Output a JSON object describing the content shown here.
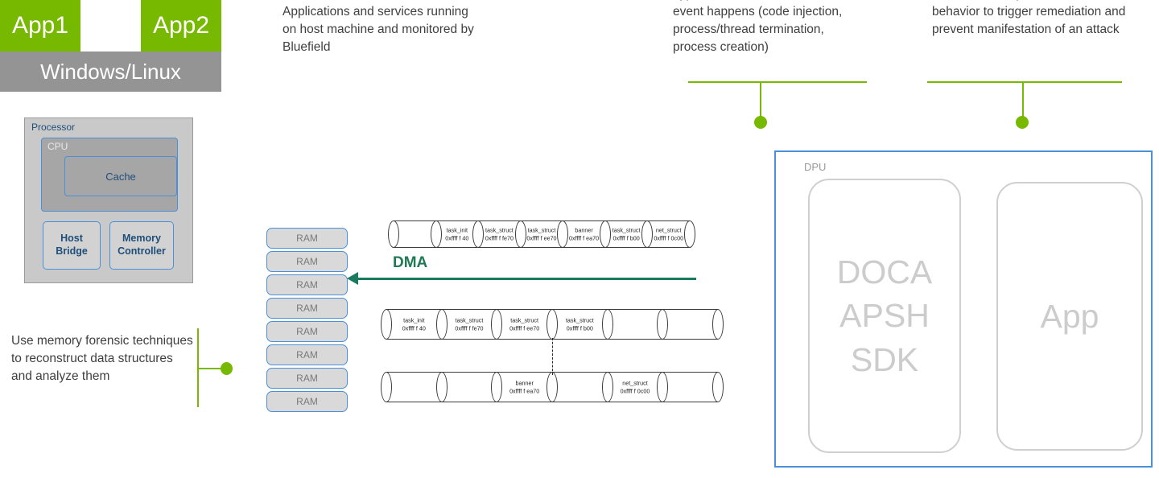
{
  "host": {
    "app1_label": "App1",
    "app2_label": "App2",
    "os_label": "Windows/Linux",
    "processor": {
      "title": "Processor",
      "cpu_label": "CPU",
      "cache_label": "Cache",
      "host_bridge_label": "Host\nBridge",
      "memory_controller_label": "Memory\nController"
    },
    "ram_label": "RAM",
    "ram_count": 8
  },
  "callouts": {
    "apps": "Applications and services running on host machine and monitored by Bluefield",
    "memory_forensics": "Use memory forensic techniques to reconstruct data structures and analyze them",
    "events": "hypervisor, VMs, when a critical event happens (code injection, process/thread termination, process creation)",
    "administrator": "Administrator upon detection of bad behavior to trigger remediation and prevent manifestation of an attack"
  },
  "dma": {
    "label": "DMA",
    "direction": "left"
  },
  "memory_chains": [
    {
      "id": "chain-top",
      "cells": [
        {
          "name": "",
          "addr": ""
        },
        {
          "name": "task_init",
          "addr": "0xffff f 40"
        },
        {
          "name": "task_struct",
          "addr": "0xffff f fe70"
        },
        {
          "name": "task_struct",
          "addr": "0xffff f ee70"
        },
        {
          "name": "banner",
          "addr": "0xffff f ea70"
        },
        {
          "name": "task_struct",
          "addr": "0xffff f b00"
        },
        {
          "name": "net_struct",
          "addr": "0xffff f 0c00"
        }
      ]
    },
    {
      "id": "chain-middle",
      "cells": [
        {
          "name": "task_init",
          "addr": "0xffff f 40"
        },
        {
          "name": "task_struct",
          "addr": "0xffff f fe70"
        },
        {
          "name": "task_struct",
          "addr": "0xffff f ee70"
        },
        {
          "name": "task_struct",
          "addr": "0xffff f b00"
        },
        {
          "name": "",
          "addr": ""
        },
        {
          "name": "",
          "addr": ""
        }
      ]
    },
    {
      "id": "chain-bottom",
      "cells": [
        {
          "name": "",
          "addr": ""
        },
        {
          "name": "",
          "addr": ""
        },
        {
          "name": "banner",
          "addr": "0xffff f ea70"
        },
        {
          "name": "",
          "addr": ""
        },
        {
          "name": "net_struct",
          "addr": "0xffff f 0c00"
        },
        {
          "name": "",
          "addr": ""
        }
      ]
    }
  ],
  "dpu": {
    "title": "DPU",
    "doca_label": "DOCA\nAPSH\nSDK",
    "app_label": "App"
  },
  "colors": {
    "nvidia_green": "#76b900",
    "os_gray": "#949494",
    "accent_blue": "#4a90d9",
    "dma_green": "#1a7a5e",
    "box_gray": "#cccccc"
  }
}
